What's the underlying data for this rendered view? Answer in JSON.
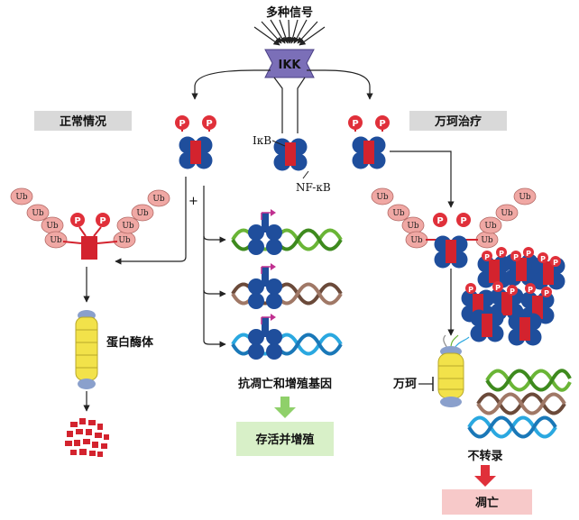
{
  "signals_label": "多种信号",
  "ikk_label": "IKK",
  "normal_box": "正常情况",
  "bortezomib_box": "万珂治疗",
  "ikb_label": "IκB",
  "nfkb_label": "NF-κB",
  "plus_sign": "+",
  "p_label": "P",
  "ub_label": "Ub",
  "proteasome_label": "蛋白酶体",
  "genes_label": "抗凋亡和增殖基因",
  "survival_box": "存活并增殖",
  "bortezomib_label": "万珂",
  "no_transcription_label": "不转录",
  "apoptosis_box": "凋亡",
  "colors": {
    "ikk_purple": "#7b6fb8",
    "nfkb_blue": "#1f4e9c",
    "ikb_red": "#d3232e",
    "p_red": "#e0303a",
    "ub_pink": "#f0a8a4",
    "box_gray": "#d9d9d9",
    "box_green": "#d8f0c8",
    "box_pink": "#f7c9c9",
    "dna_green": "#6ab536",
    "dna_brown": "#6b4a3a",
    "dna_cyan": "#2aa8e0",
    "proteasome_yellow": "#f2e24a"
  }
}
